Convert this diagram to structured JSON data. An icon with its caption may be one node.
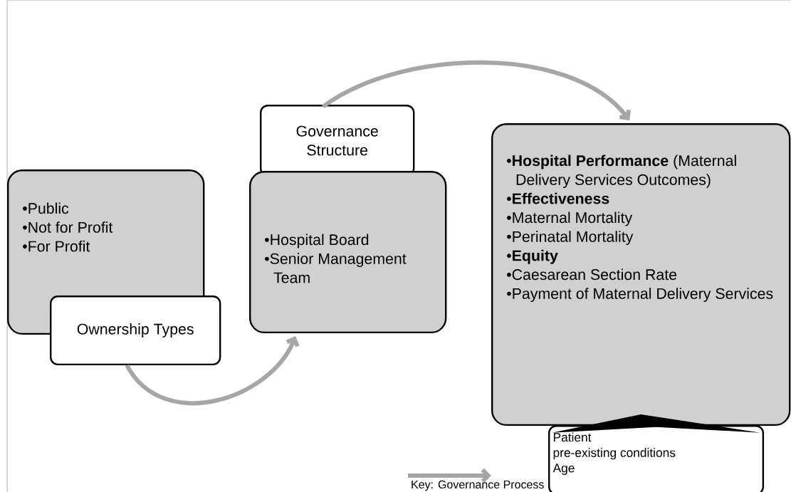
{
  "diagram": {
    "nodes": [
      {
        "text": [
          "•Public",
          "•Not for Profit",
          "•For Profit"
        ]
      },
      {
        "text": [
          "Ownership Types"
        ]
      },
      {
        "text": [
          "Governance Structure"
        ]
      },
      {
        "text": [
          "•Hospital Board",
          "•Senior Management Team"
        ]
      },
      {
        "text": [
          "•**Hospital Performance** (Maternal Delivery Services Outcomes)",
          "•**Effectiveness**",
          "•Maternal Mortality",
          "•Perinatal Mortality",
          "•**Equity**",
          "•Caesarean Section Rate",
          "•Payment of Maternal Delivery Services"
        ]
      },
      {
        "text": [
          "Patient",
          "pre-existing conditions",
          "Age"
        ]
      }
    ],
    "edges": [
      {
        "from": 1,
        "to": 3,
        "arrow": "to"
      },
      {
        "from": 2,
        "to": 4,
        "arrow": "to"
      },
      {
        "from": 5,
        "to": 4,
        "arrow": "to",
        "color": "#000000"
      }
    ],
    "legend": [
      {
        "text": "Key: Governance Process"
      }
    ]
  }
}
